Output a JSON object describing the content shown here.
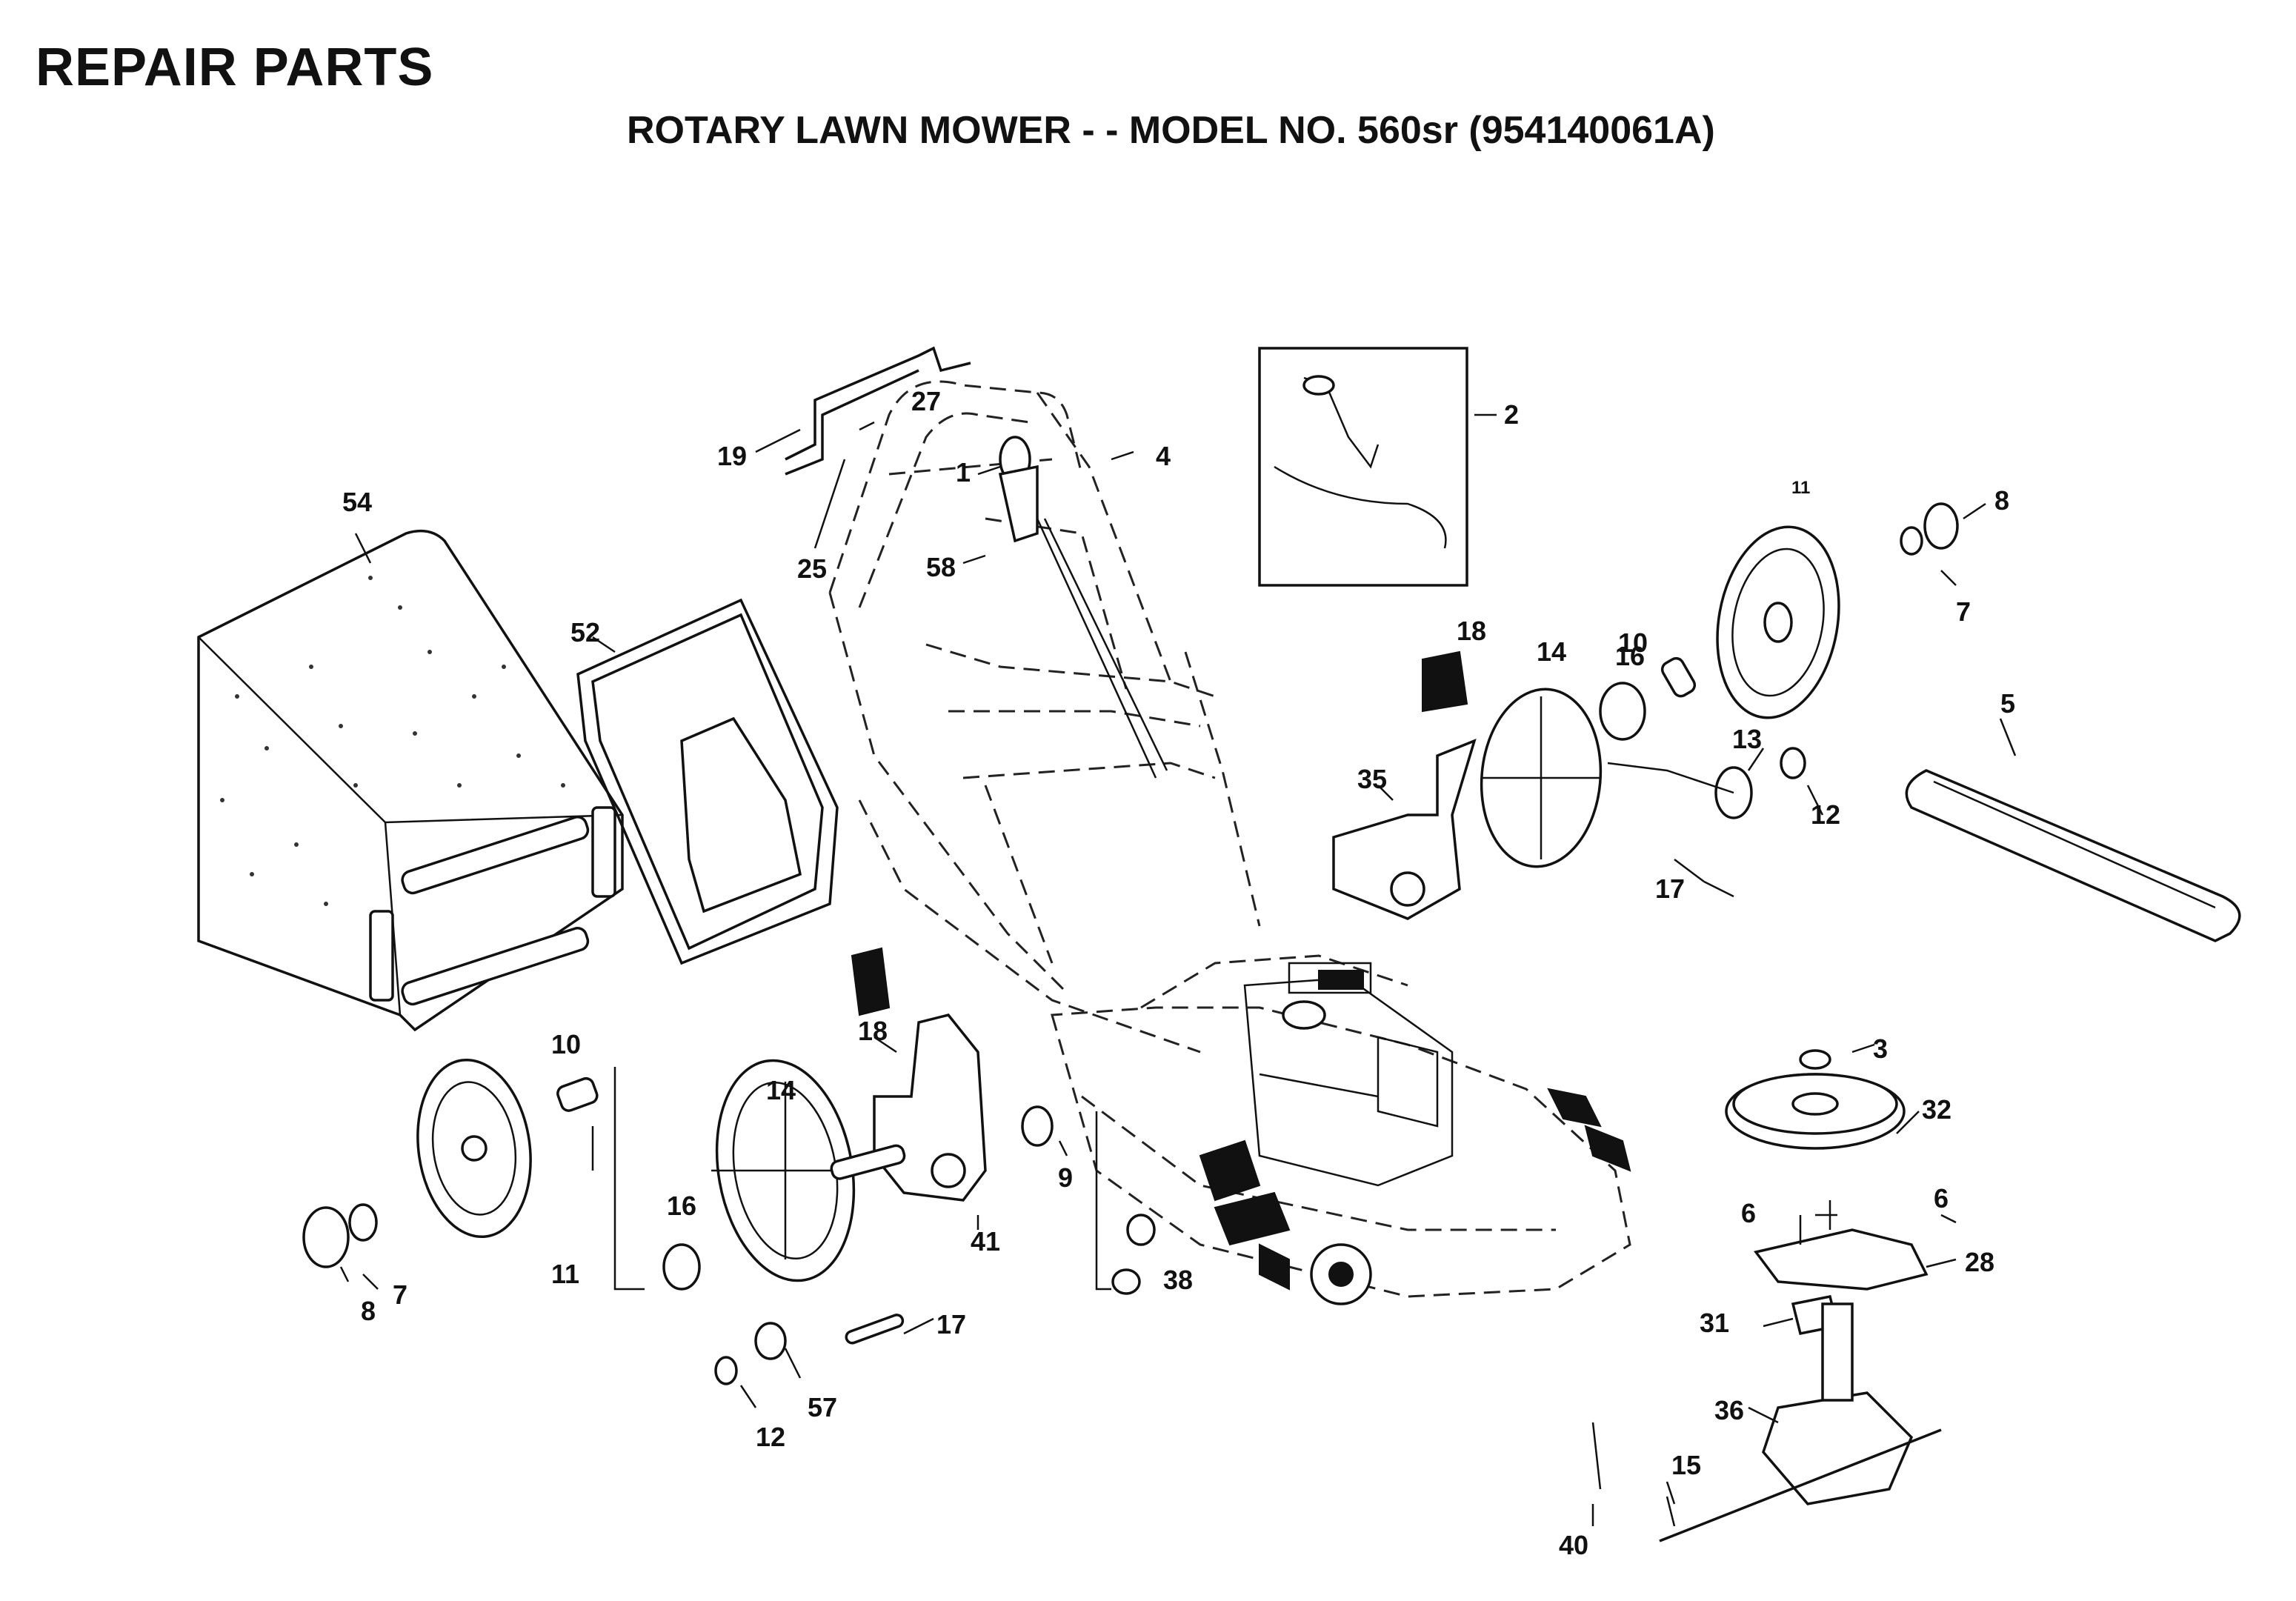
{
  "header": {
    "title": "REPAIR PARTS",
    "subtitle": "ROTARY LAWN MOWER - - MODEL NO. 560sr (954140061A)"
  },
  "callouts": {
    "c1": "1",
    "c2": "2",
    "c3": "3",
    "c4": "4",
    "c5": "5",
    "c6a": "6",
    "c6b": "6",
    "c7a": "7",
    "c7b": "7",
    "c8a": "8",
    "c8b": "8",
    "c9": "9",
    "c10a": "10",
    "c10b": "10",
    "c11a": "11",
    "c11b": "11",
    "c12a": "12",
    "c12b": "12",
    "c13": "13",
    "c14a": "14",
    "c14b": "14",
    "c15": "15",
    "c16a": "16",
    "c16b": "16",
    "c17a": "17",
    "c17b": "17",
    "c18a": "18",
    "c18b": "18",
    "c19": "19",
    "c25": "25",
    "c27": "27",
    "c28": "28",
    "c31": "31",
    "c32": "32",
    "c35": "35",
    "c36": "36",
    "c38": "38",
    "c40": "40",
    "c41": "41",
    "c52": "52",
    "c54": "54",
    "c57": "57",
    "c58": "58"
  }
}
